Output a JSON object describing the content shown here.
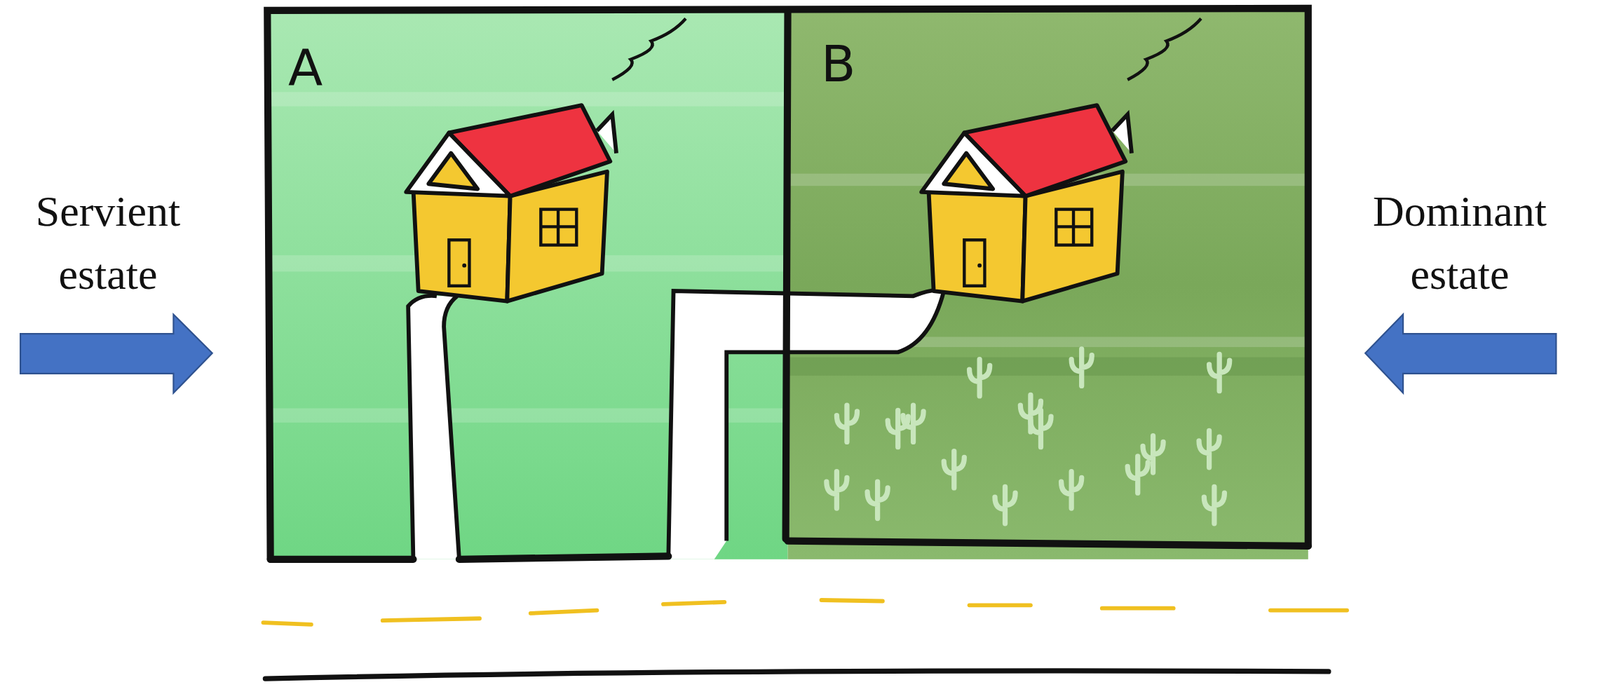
{
  "diagram": {
    "nodes": [
      {
        "text": [
          "A"
        ]
      },
      {
        "text": [
          "B"
        ]
      }
    ],
    "labels": [
      "Servient estate",
      "Dominant estate"
    ]
  }
}
